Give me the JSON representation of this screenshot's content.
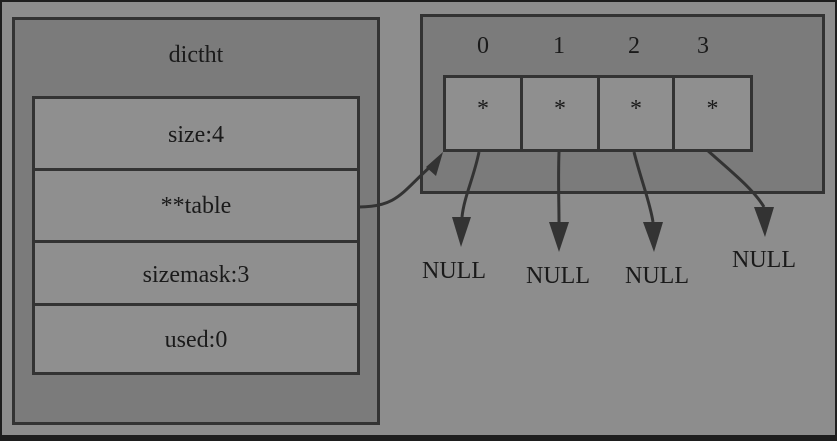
{
  "dictht": {
    "title": "dictht",
    "fields": [
      {
        "label": "size:4"
      },
      {
        "label": "**table"
      },
      {
        "label": "sizemask:3"
      },
      {
        "label": "used:0"
      }
    ]
  },
  "table": {
    "indices": [
      "0",
      "1",
      "2",
      "3"
    ],
    "buckets": [
      "*",
      "*",
      "*",
      "*"
    ]
  },
  "nulls": [
    "NULL",
    "NULL",
    "NULL",
    "NULL"
  ],
  "colors": {
    "background": "#8d8d8d",
    "panel": "#7b7b7b",
    "cell": "#8f8f8f",
    "stroke": "#333333"
  }
}
